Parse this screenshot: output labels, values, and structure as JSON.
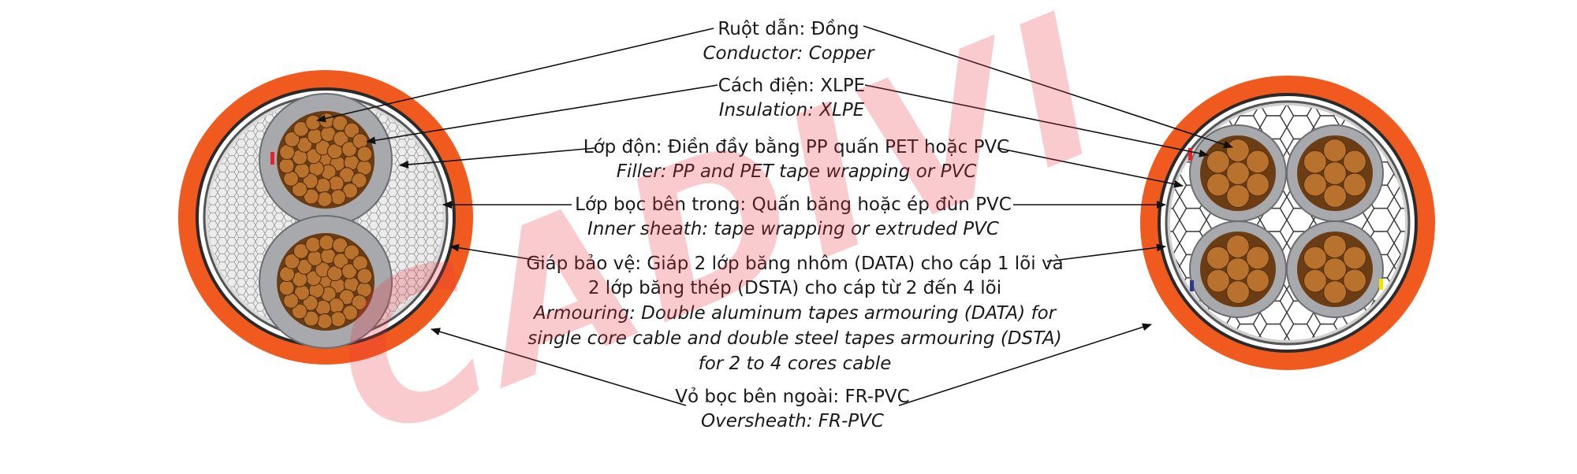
{
  "watermark": "CADIVI",
  "colors": {
    "oversheath": "#f15a1f",
    "copper": "#b9712e",
    "insulation": "#a7a9ac",
    "filler_left": "#ececec",
    "filler_right": "#ffffff",
    "armour": "#3a3a3a",
    "watermark": "#ee3340"
  },
  "labels": [
    {
      "key": "conductor",
      "vi": "Ruột dẫn: Đồng",
      "en": "Conductor: Copper"
    },
    {
      "key": "insulation",
      "vi": "Cách điện: XLPE",
      "en": "Insulation: XLPE"
    },
    {
      "key": "filler",
      "vi": "Lớp độn: Điền đầy bằng PP quấn PET hoặc PVC",
      "en": "Filler: PP and PET tape wrapping or PVC"
    },
    {
      "key": "inner-sheath",
      "vi": "Lớp bọc bên trong: Quấn băng hoặc ép đùn PVC",
      "en": "Inner sheath: tape wrapping or extruded PVC"
    },
    {
      "key": "armouring",
      "vi": [
        "Giáp bảo vệ: Giáp 2 lớp băng nhôm (DATA) cho cáp 1 lõi và",
        "2 lớp băng thép (DSTA) cho cáp từ 2 đến 4 lõi"
      ],
      "en": [
        "Armouring: Double aluminum tapes armouring (DATA) for",
        "single core cable and double steel tapes armouring (DSTA)",
        "for 2 to 4 cores cable"
      ]
    },
    {
      "key": "oversheath",
      "vi": "Vỏ bọc bên ngoài: FR-PVC",
      "en": "Oversheath: FR-PVC"
    }
  ]
}
